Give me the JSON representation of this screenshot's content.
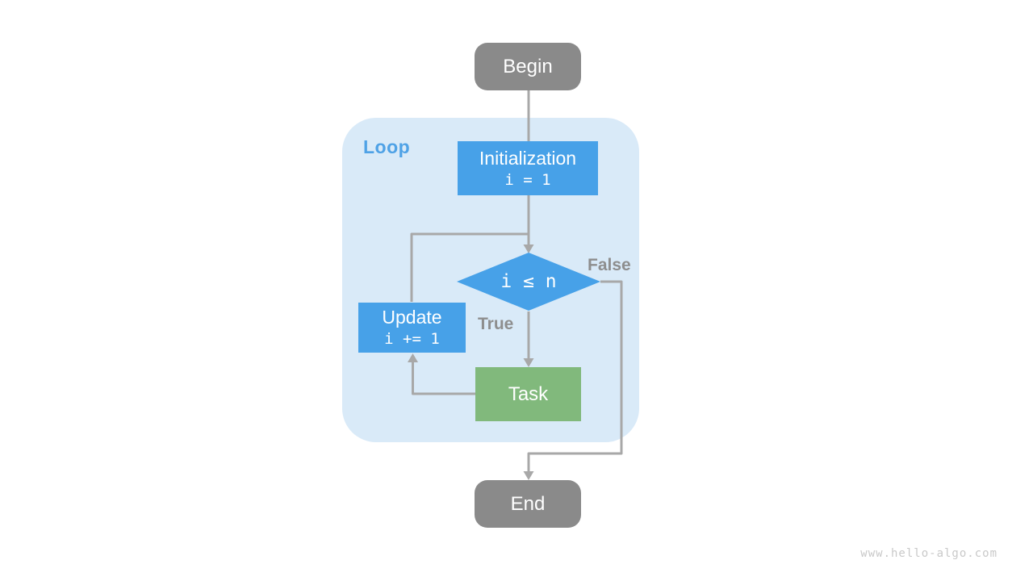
{
  "diagram": {
    "loop": {
      "label": "Loop"
    },
    "nodes": {
      "begin": {
        "label": "Begin"
      },
      "initialization": {
        "label": "Initialization",
        "code": "i = 1"
      },
      "condition": {
        "code": "i ≤ n"
      },
      "update": {
        "label": "Update",
        "code": "i += 1"
      },
      "task": {
        "label": "Task"
      },
      "end": {
        "label": "End"
      }
    },
    "edge_labels": {
      "true": "True",
      "false": "False"
    },
    "colors": {
      "process_blue": "#47a1e8",
      "task_green": "#81b97c",
      "terminal_gray": "#8a8a8a",
      "loop_container_bg": "#d9eaf8",
      "loop_label_blue": "#4fa2e6",
      "connector_gray": "#a8a8a8",
      "edge_label_gray": "#8e8e8e"
    }
  },
  "watermark": {
    "text": "www.hello-algo.com"
  }
}
